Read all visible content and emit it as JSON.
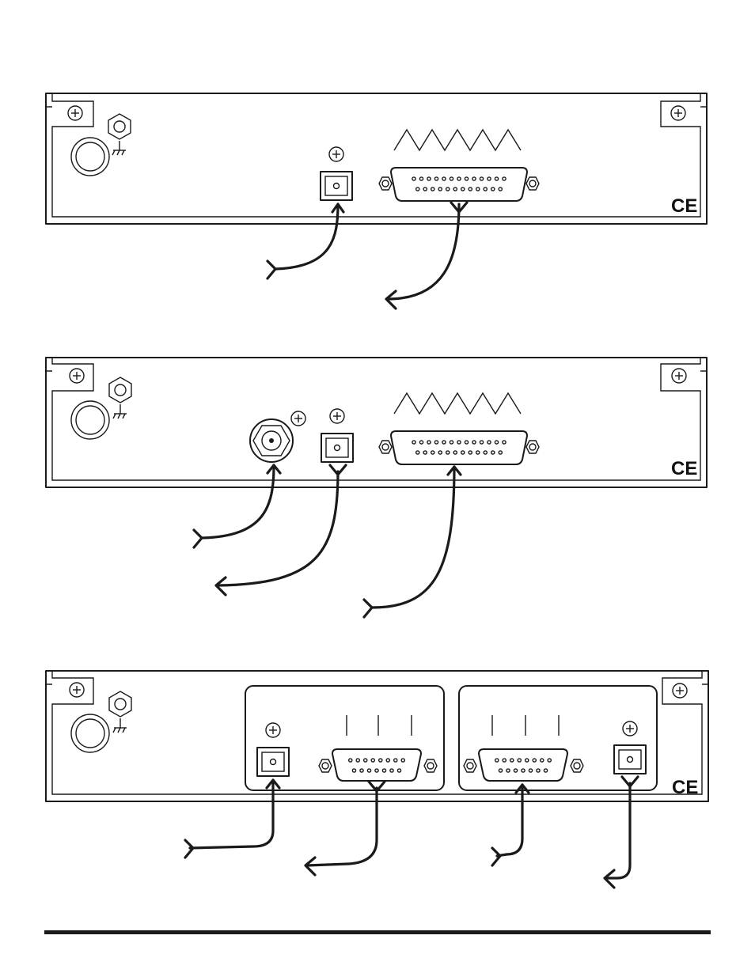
{
  "colors": {
    "line": "#1a1a1a",
    "background": "#ffffff"
  },
  "panels": [
    {
      "id": "panel-1",
      "ce_mark": "CE",
      "connectors": [
        "ground-terminal",
        "power-jack",
        "optical-port",
        "db25-connector"
      ]
    },
    {
      "id": "panel-2",
      "ce_mark": "CE",
      "connectors": [
        "ground-terminal",
        "power-jack",
        "bnc-connector",
        "optical-port",
        "db25-connector"
      ]
    },
    {
      "id": "panel-3",
      "ce_mark": "CE",
      "connectors": [
        "ground-terminal",
        "power-jack",
        "optical-port",
        "db15-connector",
        "db15-connector",
        "optical-port"
      ]
    }
  ],
  "icons": [
    "screw-icon",
    "ground-symbol-icon",
    "ce-mark-icon",
    "arrow-in-icon",
    "arrow-out-icon"
  ]
}
